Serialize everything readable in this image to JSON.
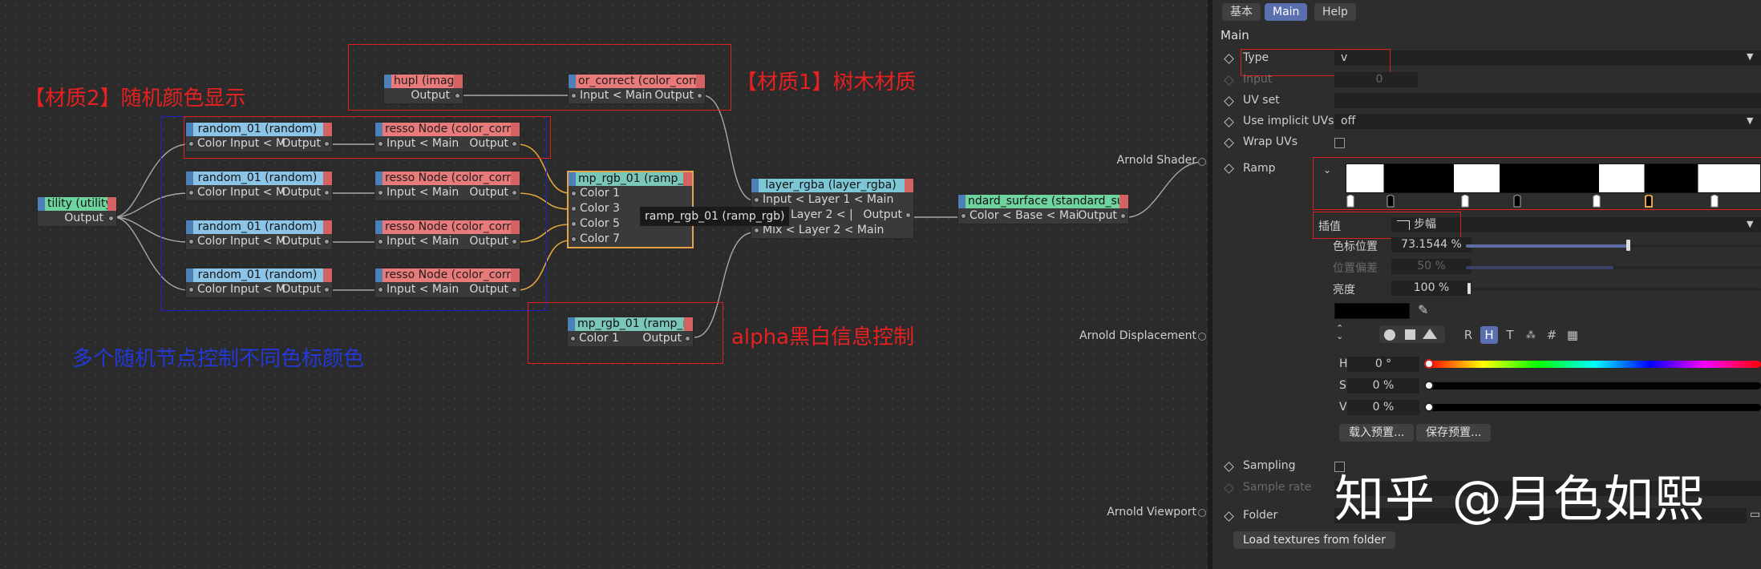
{
  "annotations": {
    "material2": "【材质2】随机颜色显示",
    "material1": "【材质1】树木材质",
    "random_desc": "多个随机节点控制不同色标颜色",
    "alpha_desc": "alpha黑白信息控制"
  },
  "nodes": {
    "utility": {
      "title": "tility (utility",
      "out": "Output"
    },
    "shupl": {
      "title": "hupl (image",
      "out": "Output"
    },
    "color_correct": {
      "title": "or_correct (color_corre",
      "in": "Input < Main",
      "out": "Output"
    },
    "random": [
      {
        "title": "random_01 (random)",
        "in": "Color Input < M",
        "out": "Output"
      },
      {
        "title": "random_01 (random)",
        "in": "Color Input < M",
        "out": "Output"
      },
      {
        "title": "random_01 (random)",
        "in": "Color Input < M",
        "out": "Output"
      },
      {
        "title": "random_01 (random)",
        "in": "Color Input < M",
        "out": "Output"
      }
    ],
    "fresso": [
      {
        "title": "resso Node (color_corre",
        "in": "Input < Main",
        "out": "Output"
      },
      {
        "title": "resso Node (color_corre",
        "in": "Input < Main",
        "out": "Output"
      },
      {
        "title": "resso Node (color_corre",
        "in": "Input < Main",
        "out": "Output"
      },
      {
        "title": "resso Node (color_corre",
        "in": "Input < Main",
        "out": "Output"
      }
    ],
    "ramp1": {
      "title": "mp_rgb_01 (ramp_rg",
      "inputs": [
        "Color 1",
        "Color 3",
        "Color 5",
        "Color 7"
      ]
    },
    "ramp2": {
      "title": "mp_rgb_01 (ramp_rg",
      "in": "Color 1",
      "out": "Output"
    },
    "layer": {
      "title": "layer_rgba (layer_rgba)",
      "rows": [
        "Input < Layer 1 < Main",
        "ut < Layer 2 < |",
        "Mix < Layer 2 < Main"
      ],
      "out": "Output"
    },
    "standard": {
      "title": "ndard_surface (standard_surfa",
      "in": "Color < Base < Mai",
      "out": "Output"
    }
  },
  "tooltip": "ramp_rgb_01 (ramp_rgb)",
  "outputs": {
    "shader": "Arnold Shader",
    "displacement": "Arnold Displacement",
    "viewport": "Arnold Viewport"
  },
  "panel": {
    "tabs": [
      "基本",
      "Main",
      "Help"
    ],
    "section": "Main",
    "type_label": "Type",
    "type_value": "v",
    "input_label": "Input",
    "input_value": "0",
    "uvset_label": "UV set",
    "implicit_label": "Use implicit UVs",
    "implicit_value": "off",
    "wrap_label": "Wrap UVs",
    "ramp_label": "Ramp",
    "interp_label": "插值",
    "interp_value": "步幅",
    "knotpos_label": "色标位置",
    "knotpos_value": "73.1544 %",
    "knotpos_fraction": 0.731544,
    "bias_label": "位置偏差",
    "bias_value": "50 %",
    "brightness_label": "亮度",
    "brightness_value": "100 %",
    "color_modes": [
      "R",
      "H",
      "T"
    ],
    "h_label": "H",
    "h_value": "0 °",
    "s_label": "S",
    "s_value": "0 %",
    "v_label": "V",
    "v_value": "0 %",
    "load_preset": "载入预置...",
    "save_preset": "保存预置...",
    "sampling_label": "Sampling",
    "sample_rate_label": "Sample rate",
    "folder_label": "Folder",
    "load_textures": "Load textures from folder"
  },
  "watermark": "知乎 @月色如熙",
  "colors": {
    "accent": "#5a6fb0",
    "annotation_red": "#e82020",
    "annotation_blue": "#2438d8",
    "selection": "#e5a34a"
  }
}
